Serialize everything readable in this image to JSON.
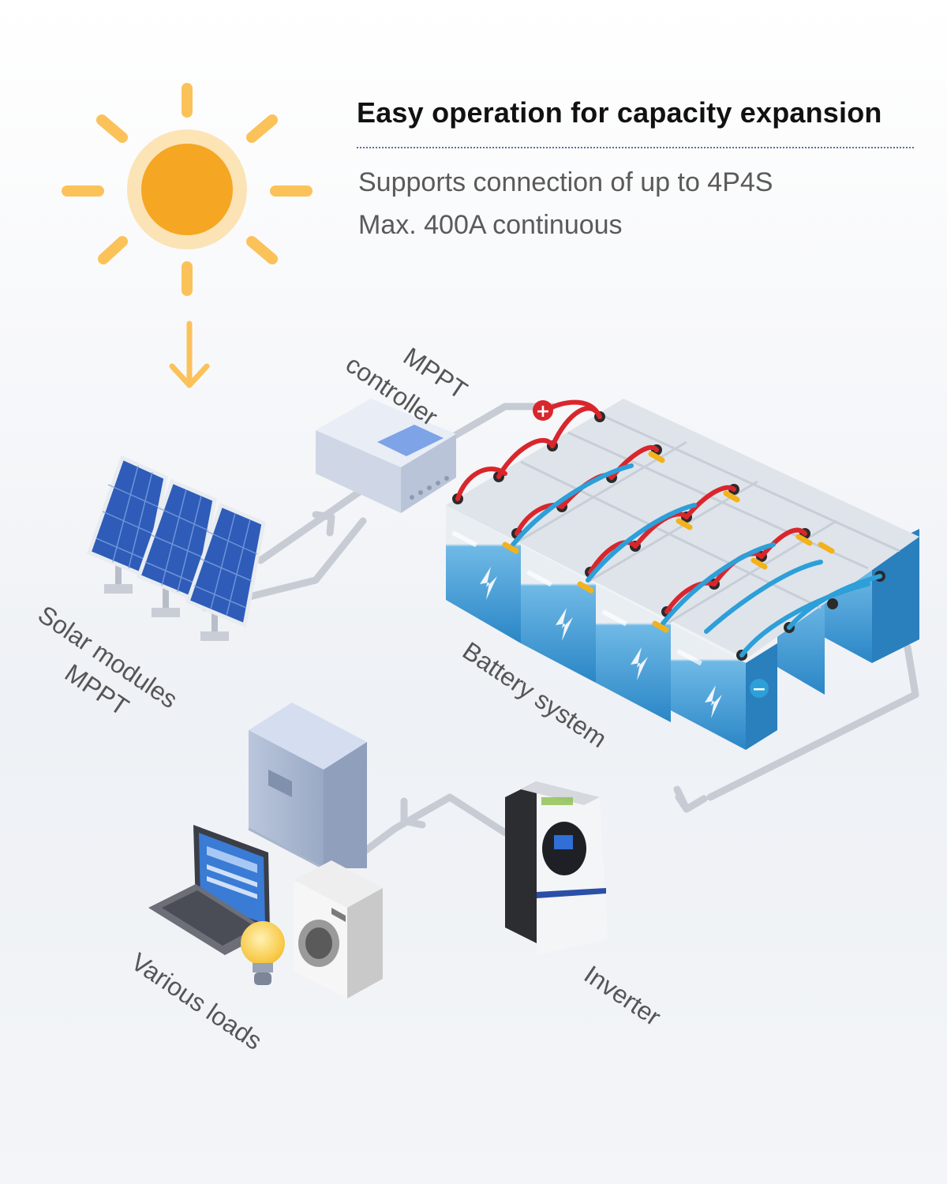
{
  "header": {
    "title": "Easy operation for capacity expansion",
    "lines": [
      "Supports connection of up to 4P4S",
      "Max. 400A continuous"
    ]
  },
  "labels": {
    "mppt_line1": "MPPT",
    "mppt_line2": "controller",
    "solar_line1": "Solar modules",
    "solar_line2": "MPPT",
    "battery": "Battery system",
    "inverter": "Inverter",
    "loads": "Various loads"
  },
  "terminals": {
    "positive": "+",
    "negative": "−"
  },
  "colors": {
    "sun": "#f7b23b",
    "sun_core": "#f5a623",
    "flow_line": "#c7ccd4",
    "battery_blue": "#3a9bd5",
    "cable_red": "#d9262c",
    "cable_blue": "#2d9fd9",
    "clip_yellow": "#f3b21b",
    "text_dark": "#111111",
    "text_gray": "#555555"
  },
  "icons": [
    "sun-icon",
    "arrow-down-icon",
    "solar-panel-icon",
    "mppt-controller-icon",
    "battery-icon",
    "inverter-icon",
    "refrigerator-icon",
    "laptop-icon",
    "washing-machine-icon",
    "light-bulb-icon"
  ]
}
